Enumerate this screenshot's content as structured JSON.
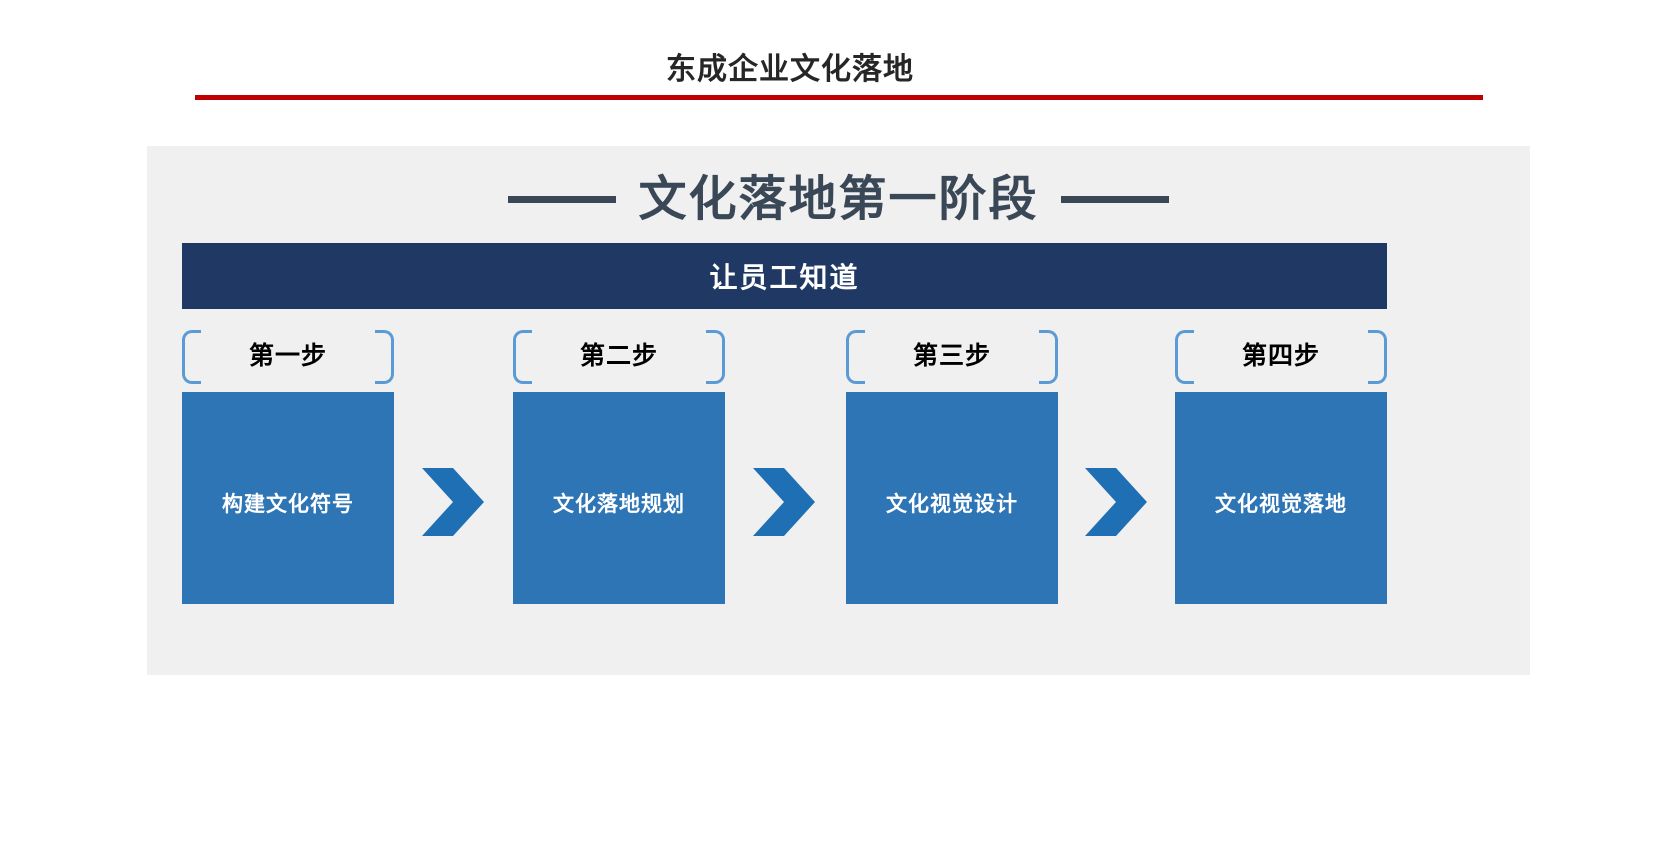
{
  "header": {
    "title": "东成企业文化落地",
    "rule_color": "#c00000"
  },
  "panel": {
    "background_color": "#f0f0f0",
    "section_title": "文化落地第一阶段",
    "dash_left": "——",
    "dash_right": "——"
  },
  "banner": {
    "text": "让员工知道",
    "background_color": "#1f3864",
    "text_color": "#ffffff"
  },
  "steps": [
    {
      "label": "第一步",
      "box_text": "构建文化符号",
      "box_color": "#2e75b6",
      "bracket_color": "#5b9bd5"
    },
    {
      "label": "第二步",
      "box_text": "文化落地规划",
      "box_color": "#2e75b6",
      "bracket_color": "#5b9bd5"
    },
    {
      "label": "第三步",
      "box_text": "文化视觉设计",
      "box_color": "#2e75b6",
      "bracket_color": "#5b9bd5"
    },
    {
      "label": "第四步",
      "box_text": "文化视觉落地",
      "box_color": "#2e75b6",
      "bracket_color": "#5b9bd5"
    }
  ],
  "arrows": [
    {
      "icon": "chevron-right-icon",
      "color": "#1f6fb5"
    },
    {
      "icon": "chevron-right-icon",
      "color": "#1f6fb5"
    },
    {
      "icon": "chevron-right-icon",
      "color": "#1f6fb5"
    }
  ]
}
